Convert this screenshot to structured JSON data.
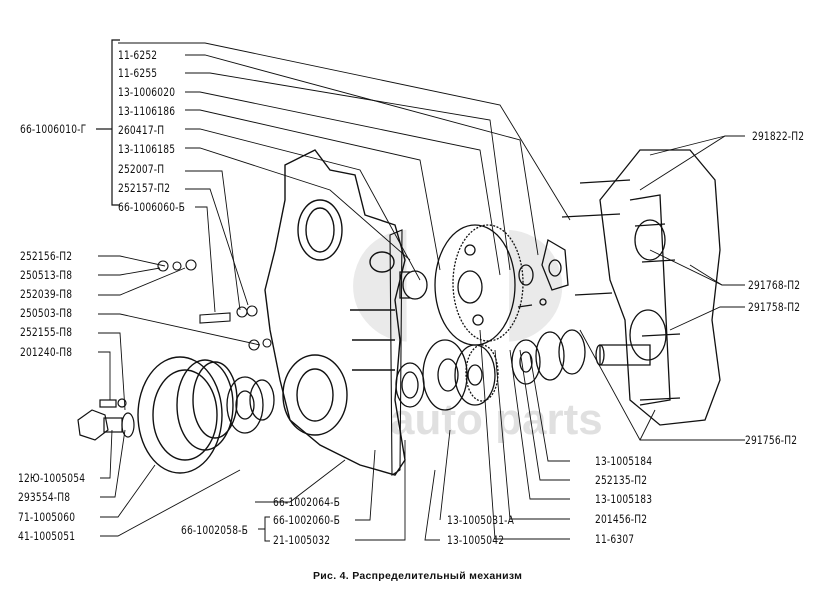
{
  "figure": {
    "caption": "Рис. 4. Распределительный механизм",
    "watermark": "auto parts"
  },
  "labels": {
    "group_cover": "66-1006010-Г",
    "cover_parts": [
      "11-6252",
      "11-6255",
      "13-1006020",
      "13-1106186",
      "260417-П",
      "13-1106185",
      "252007-П",
      "252157-П2",
      "66-1006060-Б"
    ],
    "left": [
      "252156-П2",
      "250513-П8",
      "252039-П8",
      "250503-П8",
      "252155-П8",
      "201240-П8"
    ],
    "bottom_left": [
      "12Ю-1005054",
      "293554-П8",
      "71-1005060",
      "41-1005051"
    ],
    "bottom_mid": {
      "part_a": "66-1002064-Б",
      "group": "66-1002058-Б",
      "part_b": "66-1002060-Б",
      "part_c": "21-1005032"
    },
    "bottom_center": [
      "13-1005031-А",
      "13-1005042"
    ],
    "bottom_right": [
      "13-1005184",
      "252135-П2",
      "13-1005183",
      "201456-П2",
      "11-6307"
    ],
    "right": [
      "291822-П2",
      "291768-П2",
      "291758-П2",
      "291756-П2"
    ]
  }
}
